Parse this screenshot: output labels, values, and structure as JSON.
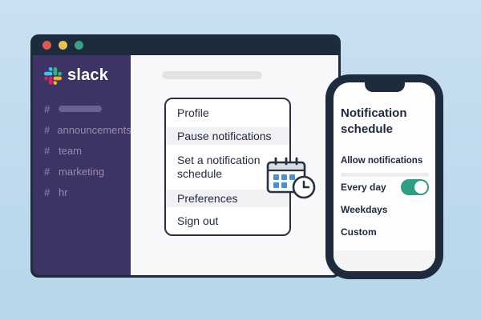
{
  "window": {
    "traffic_lights": [
      {
        "name": "close",
        "color": "#e0584d"
      },
      {
        "name": "minimize",
        "color": "#ecc24f"
      },
      {
        "name": "zoom",
        "color": "#35a287"
      }
    ],
    "sidebar": {
      "logo_text": "slack",
      "hash": "#",
      "channels": [
        {
          "label": "",
          "placeholder": true
        },
        {
          "label": "announcements"
        },
        {
          "label": "team"
        },
        {
          "label": "marketing"
        },
        {
          "label": "hr"
        }
      ]
    }
  },
  "menu": {
    "items": [
      {
        "label": "Profile"
      },
      {
        "label": "Pause notifications"
      },
      {
        "label": "Set a notification schedule"
      },
      {
        "label": "Preferences"
      },
      {
        "label": "Sign out"
      }
    ]
  },
  "phone": {
    "title": "Notification schedule",
    "allow_label": "Allow notifications",
    "options": [
      {
        "label": "Every day",
        "toggle": true,
        "toggle_on": true
      },
      {
        "label": "Weekdays"
      },
      {
        "label": "Custom"
      }
    ]
  },
  "colors": {
    "page_background": "#bcd9ec",
    "window_frame": "#1e2b3c",
    "sidebar_background": "#3d3364",
    "menu_stripe": "#f1f0f3",
    "toggle_on": "#2f9e84",
    "calendar_blue": "#4a8fd3",
    "text_dark": "#20293f"
  }
}
